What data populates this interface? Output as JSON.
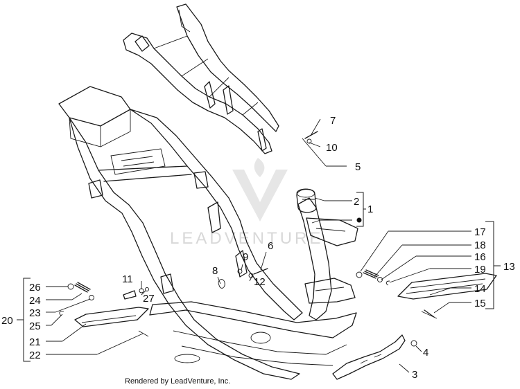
{
  "diagram": {
    "callouts": {
      "c1": "1",
      "c2": "2",
      "c3": "3",
      "c4": "4",
      "c5": "5",
      "c6": "6",
      "c7": "7",
      "c8": "8",
      "c9": "9",
      "c10": "10",
      "c11": "11",
      "c12": "12",
      "c13": "13",
      "c14": "14",
      "c15": "15",
      "c16": "16",
      "c17": "17",
      "c18": "18",
      "c19": "19",
      "c20": "20",
      "c21": "21",
      "c22": "22",
      "c23": "23",
      "c24": "24",
      "c25": "25",
      "c26": "26",
      "c27": "27"
    },
    "watermark": "LEADVENTURE",
    "credit": "Rendered by LeadVenture, Inc."
  }
}
